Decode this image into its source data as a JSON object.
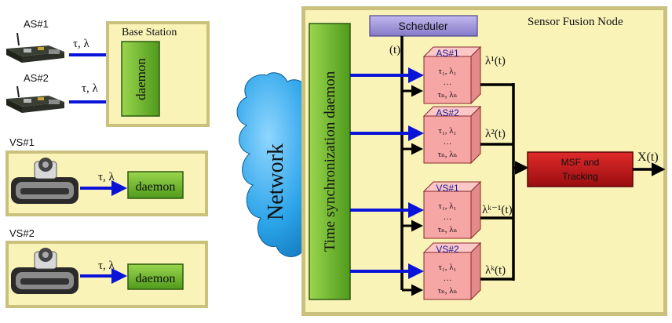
{
  "colors": {
    "panel_fill": "#faf3b8",
    "panel_bevel": "#c9c17d",
    "daemon_green": "#6fbf2c",
    "scheduler_purple": "#9b8fd6",
    "cube_pink": "#f7a6a6",
    "msf_red": "#c8171b",
    "arrow_blue": "#0a14d8",
    "network_blue": "#2aa3e8"
  },
  "icons": {
    "acoustic_sensor": "circuit-board-with-antenna",
    "video_sensor": "webcam-on-laptop"
  },
  "left": {
    "as1": {
      "label": "AS#1",
      "signal": "τ, λ"
    },
    "as2": {
      "label": "AS#2",
      "signal": "τ, λ"
    },
    "base_station": {
      "title": "Base Station",
      "daemon": "daemon"
    },
    "vs1": {
      "label": "VS#1",
      "signal": "τ, λ",
      "daemon": "daemon"
    },
    "vs2": {
      "label": "VS#2",
      "signal": "τ, λ",
      "daemon": "daemon"
    }
  },
  "network": {
    "label": "Network"
  },
  "fusion": {
    "title": "Sensor Fusion Node",
    "sync_daemon": "Time synchronization daemon",
    "scheduler": "Scheduler",
    "t_label": "(t)",
    "cubes": [
      {
        "label": "AS#1",
        "row1": "τ₁, λ₁",
        "dots": "…",
        "rown": "τₙ, λₙ",
        "output": "λ¹(t)"
      },
      {
        "label": "AS#2",
        "row1": "τ₁, λ₁",
        "dots": "…",
        "rown": "τₙ, λₙ",
        "output": "λ²(t)"
      },
      {
        "label": "VS#1",
        "row1": "τ₁, λ₁",
        "dots": "…",
        "rown": "τₙ, λₙ",
        "output": "λᵏ⁻¹(t)"
      },
      {
        "label": "VS#2",
        "row1": "τ₁, λ₁",
        "dots": "…",
        "rown": "τₙ, λₙ",
        "output": "λᵏ(t)"
      }
    ],
    "msf": {
      "line1": "MSF and",
      "line2": "Tracking"
    },
    "final_output": "X(t)"
  }
}
